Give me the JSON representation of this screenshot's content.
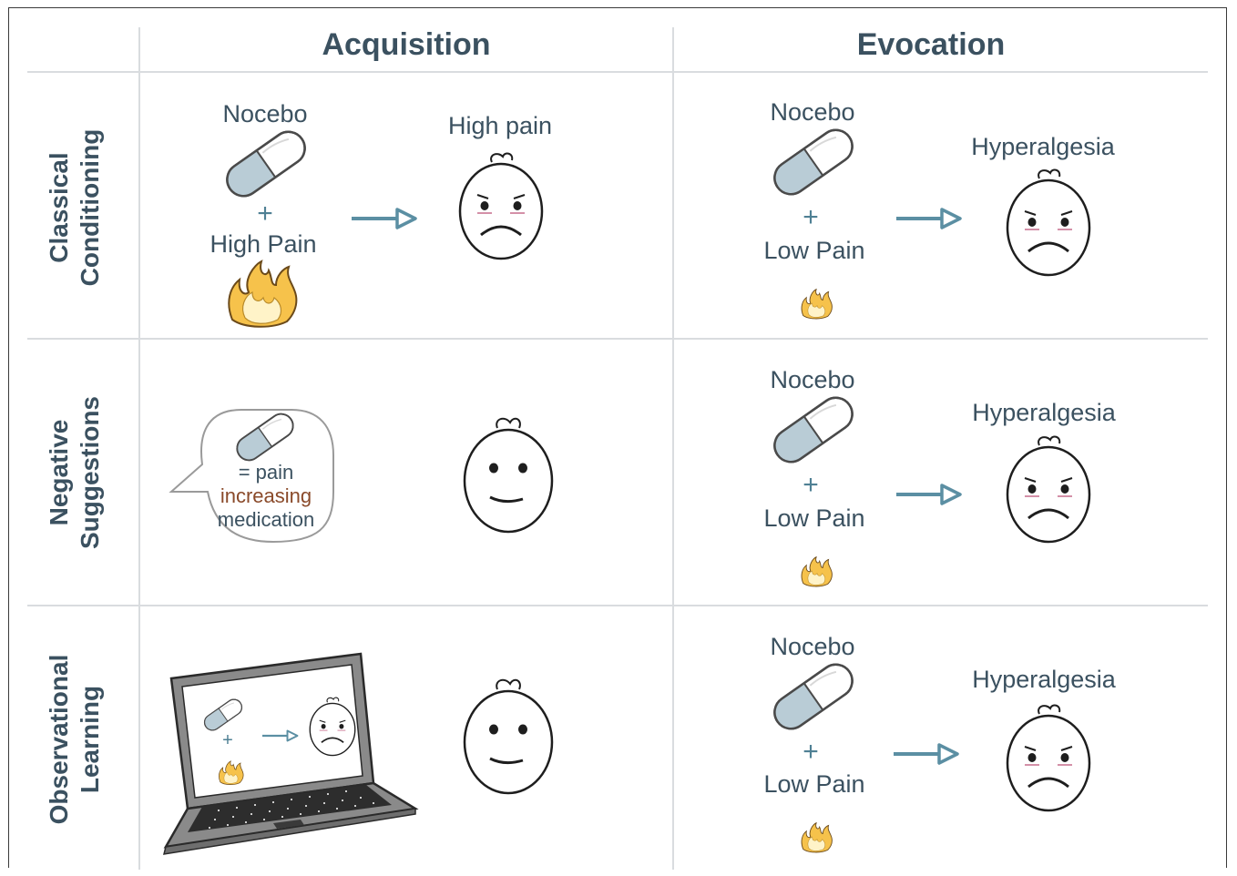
{
  "columns": {
    "acquisition": "Acquisition",
    "evocation": "Evocation"
  },
  "rows": {
    "classical": [
      "Classical",
      "Conditioning"
    ],
    "negative": [
      "Negative",
      "Suggestions"
    ],
    "observational": [
      "Observational",
      "Learning"
    ]
  },
  "classical_acq": {
    "nocebo": "Nocebo",
    "plus": "+",
    "high_pain_stim": "High Pain",
    "outcome": "High pain"
  },
  "negative_acq": {
    "bubble_line1": "= pain",
    "bubble_line2": "increasing",
    "bubble_line3": "medication"
  },
  "observational_acq": {
    "plus": "+"
  },
  "evocation": [
    {
      "nocebo": "Nocebo",
      "plus": "+",
      "stim": "Low Pain",
      "outcome": "Hyperalgesia"
    },
    {
      "nocebo": "Nocebo",
      "plus": "+",
      "stim": "Low Pain",
      "outcome": "Hyperalgesia"
    },
    {
      "nocebo": "Nocebo",
      "plus": "+",
      "stim": "Low Pain",
      "outcome": "Hyperalgesia"
    }
  ],
  "colors": {
    "heading": "#3b5160",
    "arrow": "#5b8fa3",
    "pill_blue": "#b9ccd6",
    "bubble_orange": "#8a4a2a"
  }
}
